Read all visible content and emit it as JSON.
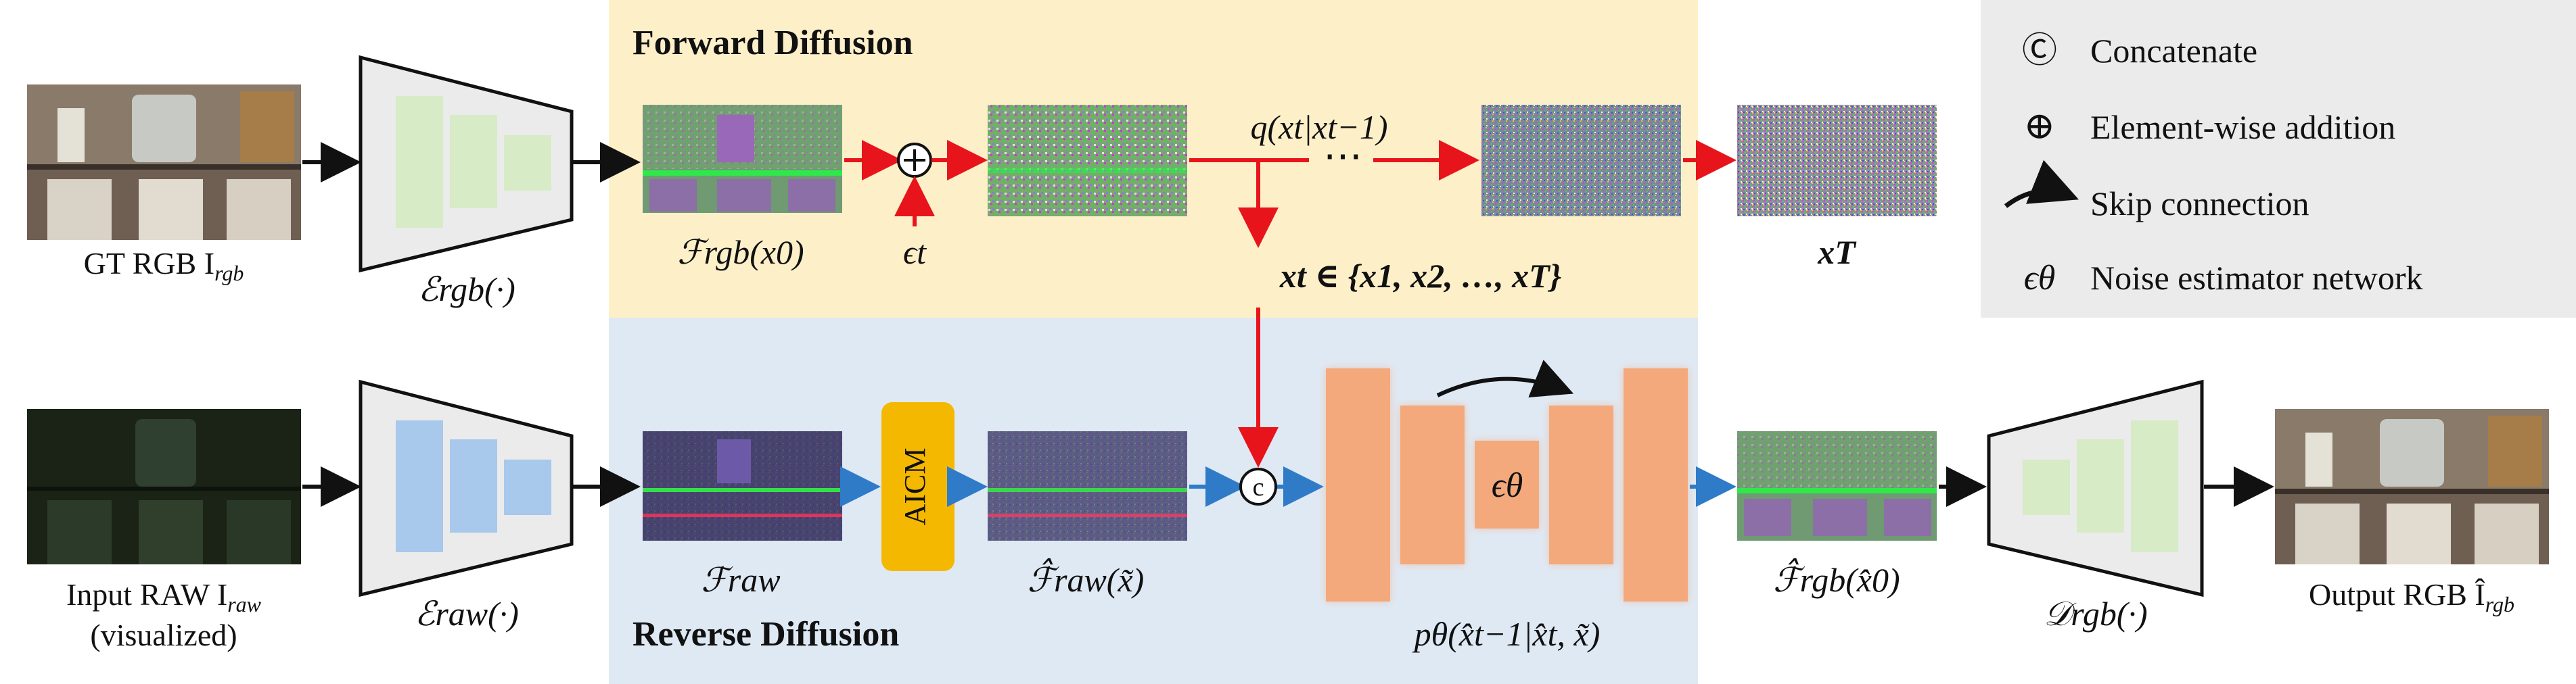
{
  "panels": {
    "forward_title": "Forward Diffusion",
    "reverse_title": "Reverse Diffusion"
  },
  "legend": {
    "concat_symbol": "Ⓒ",
    "concat_label": "Concatenate",
    "add_symbol": "⊕",
    "add_label": "Element-wise addition",
    "skip_label": "Skip connection",
    "noise_symbol": "ϵθ",
    "noise_label": "Noise estimator network"
  },
  "inputs": {
    "gt_rgb_caption": "GT RGB I",
    "gt_rgb_sub": "rgb",
    "raw_caption": "Input RAW I",
    "raw_sub": "raw",
    "raw_note": "(visualized)",
    "output_caption": "Output RGB Î",
    "output_sub": "rgb"
  },
  "encoders": {
    "rgb": "ℰrgb(·)",
    "raw": "ℰraw(·)",
    "decoder": "𝒟rgb(·)"
  },
  "features": {
    "f_rgb_x0": "ℱrgb(x0)",
    "eps_t": "ϵt",
    "q": "q(xt|xt−1)",
    "dots": "⋯",
    "xT": "xT",
    "xt_set": "xt ∈ {x1, x2, …, xT}",
    "f_raw": "ℱraw",
    "aicm": "AICM",
    "f_raw_hat": "ℱ̂raw(x̃)",
    "unet_eps": "ϵθ",
    "p_theta": "pθ(x̂t−1|x̂t, x̃)",
    "f_rgb_hat": "ℱ̂rgb(x̂0)"
  },
  "colors": {
    "forward_bg": "#fdf0c9",
    "reverse_bg": "#dfe9f4",
    "legend_bg": "#ebebeb",
    "red_arrow": "#e8141b",
    "blue_arrow": "#2f7bc8",
    "aicm": "#f5b800",
    "unet": "#f4a97c",
    "green_block": "#d6ebc6",
    "blue_block": "#a8c8ec"
  }
}
